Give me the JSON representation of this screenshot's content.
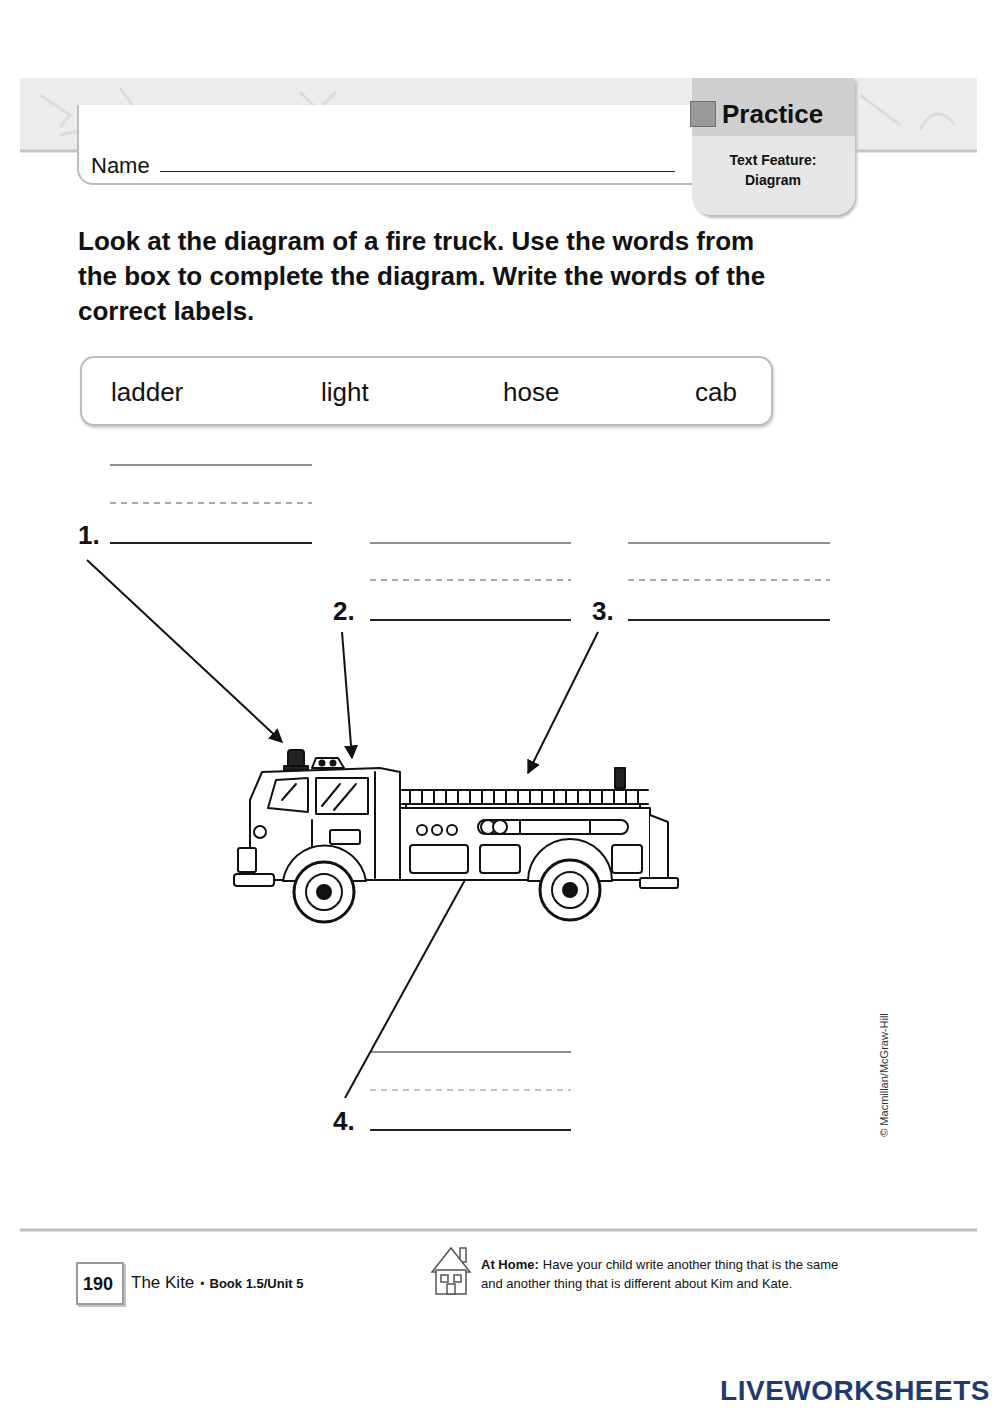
{
  "diagram": {
    "title": "Look at the diagram of a fire truck. Use the words from the box to complete the diagram. Write the words of the correct labels.",
    "nodes": [
      {
        "text": [
          "Name"
        ]
      },
      {
        "text": [
          "Practice",
          "Text Feature: Diagram"
        ]
      },
      {
        "text": [
          "ladder",
          "light",
          "hose",
          "cab"
        ]
      },
      {
        "text": [
          "190"
        ]
      }
    ],
    "labels": [
      "1.",
      "2.",
      "3.",
      "4.",
      "The Kite",
      "•",
      "Book 1.5/Unit 5",
      "At Home:",
      "Have your child write another thing that is the same and another thing that is different about Kim and Kate.",
      "© Macmillan/McGraw-Hill",
      "LIVEWORKSHEETS"
    ]
  }
}
